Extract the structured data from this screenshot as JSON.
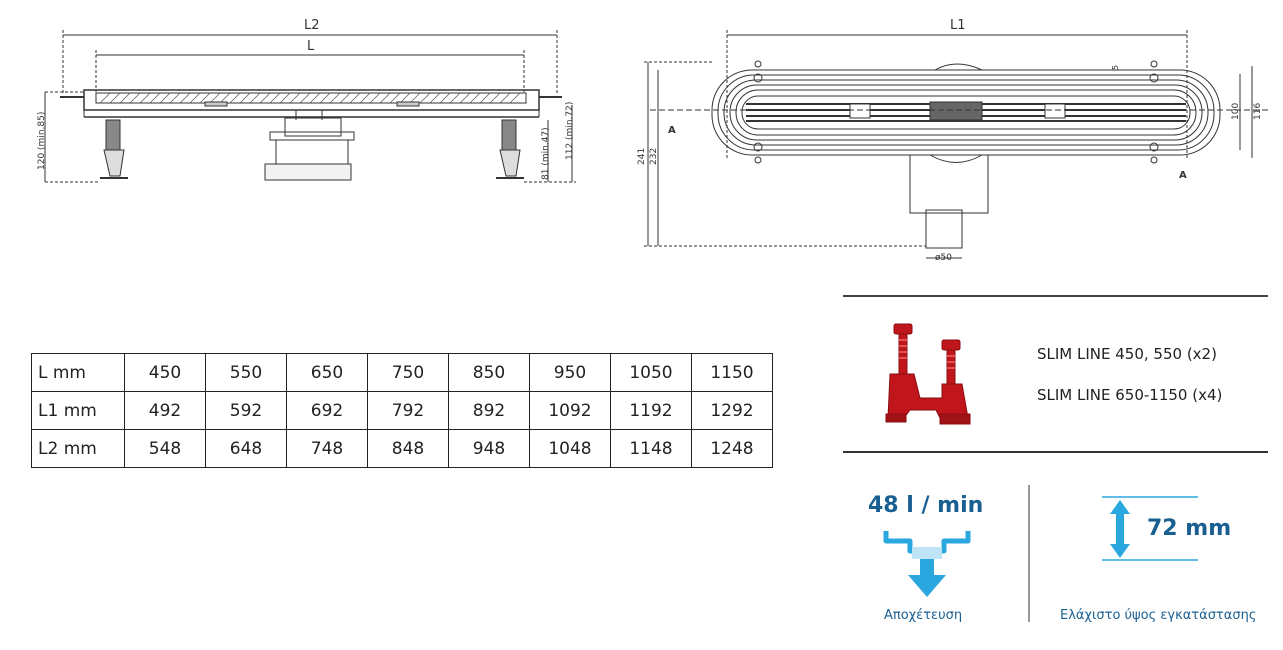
{
  "drawings": {
    "side_view": {
      "L2": "L2",
      "L": "L",
      "dim_120": "120 (min.85)",
      "dim_81": "81 (min.47)",
      "dim_112": "112 (min.72)"
    },
    "top_view": {
      "L1": "L1",
      "dim_241": "241",
      "dim_232": "232",
      "dim_100": "100",
      "dim_116": "116",
      "dim_5": "5",
      "section_a": "A",
      "diameter": "ø50"
    }
  },
  "table": {
    "rows": [
      {
        "label": "L mm",
        "values": [
          "450",
          "550",
          "650",
          "750",
          "850",
          "950",
          "1050",
          "1150"
        ]
      },
      {
        "label": "L1 mm",
        "values": [
          "492",
          "592",
          "692",
          "792",
          "892",
          "1092",
          "1192",
          "1292"
        ]
      },
      {
        "label": "L2 mm",
        "values": [
          "548",
          "648",
          "748",
          "848",
          "948",
          "1048",
          "1148",
          "1248"
        ]
      }
    ]
  },
  "feet": {
    "line1": "SLIM LINE 450, 550 (x2)",
    "line2": "SLIM LINE 650-1150 (x4)",
    "icon": "red-adjustable-feet-icon",
    "color": "#c0161b"
  },
  "specs": {
    "flow_value": "48 l / min",
    "flow_label": "Αποχέτευση",
    "height_value": "72 mm",
    "height_label": "Ελάχιστο ύψος εγκατάστασης",
    "accent": "#1a5f91",
    "icon_color": "#2aa7de"
  }
}
